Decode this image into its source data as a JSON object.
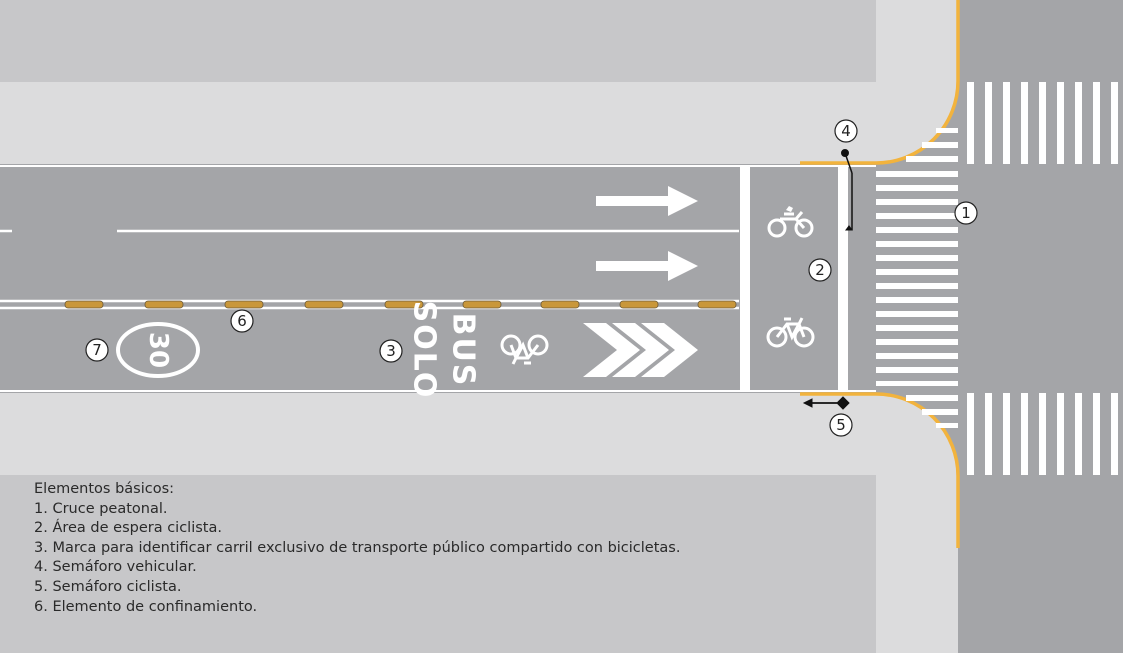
{
  "colors": {
    "block": "#c7c7c9",
    "sidewalk": "#dededf",
    "road": "#a4a5a8",
    "marking": "#ffffff",
    "curb": "#f2b33d",
    "confinement": "#c9973a",
    "signal": "#111111"
  },
  "road_markings": {
    "bus_word": "BUS",
    "solo_word": "SOLO",
    "speed_limit": "30"
  },
  "callouts": [
    "1",
    "2",
    "3",
    "4",
    "5",
    "6",
    "7"
  ],
  "icons": [
    "bicycle-icon",
    "motorcycle-icon",
    "lane-arrow-icon",
    "chevron-icon",
    "traffic-signal-icon"
  ],
  "legend": {
    "title": "Elementos básicos:",
    "items": [
      "1. Cruce peatonal.",
      "2. Área de espera ciclista.",
      "3. Marca para identificar carril exclusivo de transporte público compartido con bicicletas.",
      "4. Semáforo vehicular.",
      "5. Semáforo ciclista.",
      "6. Elemento de confinamiento."
    ]
  }
}
